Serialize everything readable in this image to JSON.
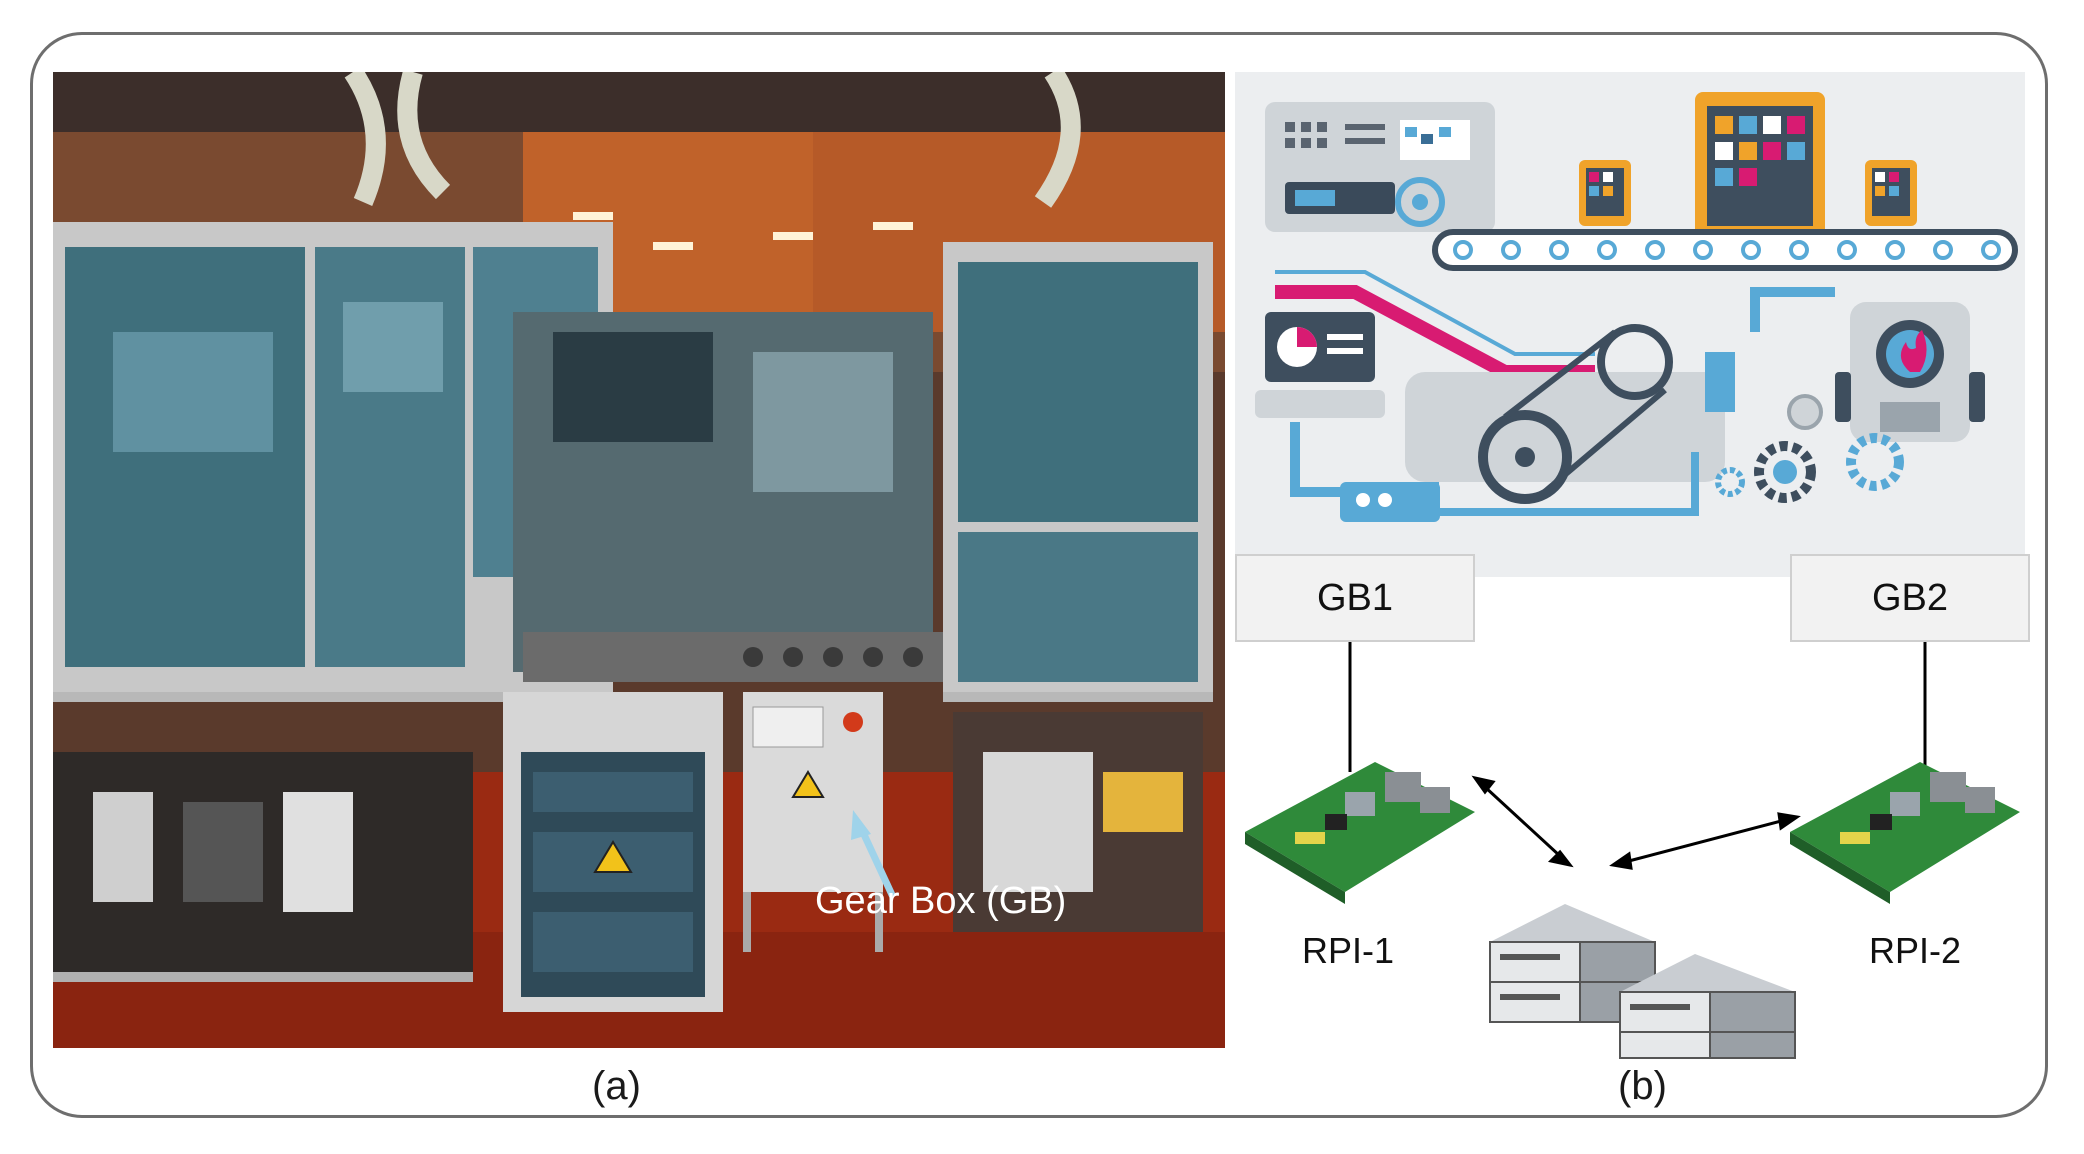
{
  "panel_a": {
    "caption": "(a)",
    "annotation": "Gear Box (GB)"
  },
  "panel_b": {
    "caption": "(b)",
    "gearboxes": [
      "GB1",
      "GB2"
    ],
    "raspberry_pis": [
      "RPI-1",
      "RPI-2"
    ]
  },
  "colors": {
    "floor": "#9a2a12",
    "machine_glass": "#3f6f7c",
    "frame": "#c8c8c8",
    "factory_bg": "#eceef0",
    "accent_blue": "#58a9d6",
    "accent_magenta": "#d81b72",
    "accent_orange": "#f0a32a",
    "arrow": "#9fd3ea"
  }
}
